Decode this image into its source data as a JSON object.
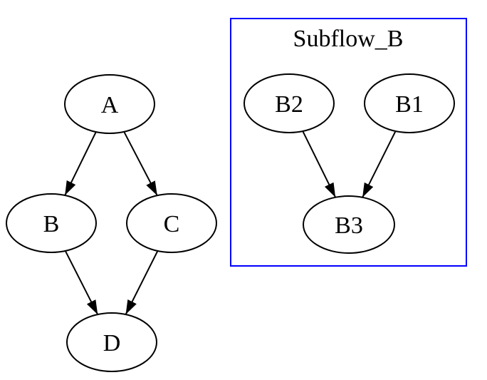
{
  "diagram": {
    "kind": "directed-graph",
    "background": "#ffffff",
    "colors": {
      "node_stroke": "#000000",
      "node_fill": "#ffffff",
      "edge": "#000000",
      "text": "#000000",
      "cluster_border": "#0000ff"
    },
    "cluster": {
      "label": "Subflow_B",
      "members": [
        "B2",
        "B1",
        "B3"
      ]
    },
    "nodes": {
      "A": {
        "label": "A"
      },
      "B": {
        "label": "B"
      },
      "C": {
        "label": "C"
      },
      "D": {
        "label": "D"
      },
      "B2": {
        "label": "B2"
      },
      "B1": {
        "label": "B1"
      },
      "B3": {
        "label": "B3"
      }
    },
    "edges": [
      {
        "from": "A",
        "to": "B"
      },
      {
        "from": "A",
        "to": "C"
      },
      {
        "from": "B",
        "to": "D"
      },
      {
        "from": "C",
        "to": "D"
      },
      {
        "from": "B2",
        "to": "B3"
      },
      {
        "from": "B1",
        "to": "B3"
      }
    ]
  }
}
